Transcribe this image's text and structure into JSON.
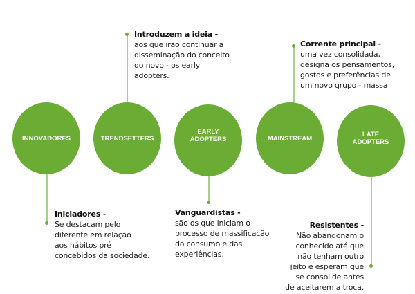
{
  "stages": [
    {
      "label": "INNOVADORES"
    },
    {
      "label": "TRENDSETTERS"
    },
    {
      "label": "EARLY ADOPTERS"
    },
    {
      "label": "MAINSTREAM"
    },
    {
      "label": "LATE ADOPTERS"
    }
  ],
  "notes": {
    "innovadores": {
      "title": "Iniciadores -",
      "lines": [
        "Se destacam pelo",
        "diferente em relação",
        "aos hábitos pré",
        "concebidos da sociedade."
      ]
    },
    "trendsetters": {
      "title": "Introduzem a ideia -",
      "lines": [
        "aos que irão continuar a",
        "disseminação do conceito",
        "do novo - os early",
        "adopters."
      ]
    },
    "early": {
      "title": "Vanguardistas -",
      "lines": [
        "são os que iniciam o",
        "processo de massificação",
        "do consumo e das",
        "experiências."
      ]
    },
    "mainstream": {
      "title": "Corrente principal -",
      "lines": [
        "uma vez consolidada,",
        "designa os pensamentos,",
        "gostos e preferências de",
        "um novo grupo - massa"
      ]
    },
    "late": {
      "title": "Resistentes -",
      "lines": [
        "Não abandonam o",
        "conhecido até que",
        "não tenham outro",
        "jeito e esperam que",
        "se consolide antes",
        "de aceitarem a troca."
      ]
    }
  },
  "colors": {
    "circle": "#6aac34",
    "connector": "#a8d08d"
  }
}
